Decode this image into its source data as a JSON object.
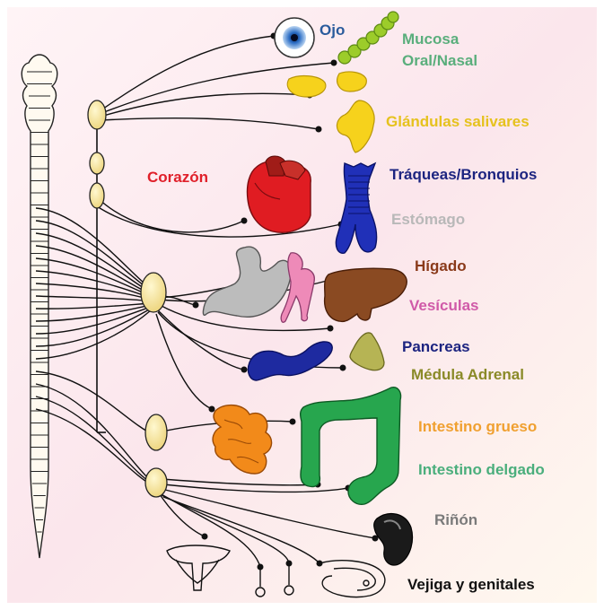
{
  "labels": {
    "ojo": "Ojo",
    "mucosa_line1": "Mucosa",
    "mucosa_line2": "Oral/Nasal",
    "glandulas": "Glándulas salivares",
    "corazon": "Corazón",
    "traqueas": "Tráqueas/Bronquios",
    "estomago": "Estómago",
    "higado": "Hígado",
    "vesiculas": "Vesículas",
    "pancreas": "Pancreas",
    "medula": "Médula Adrenal",
    "intestino_grueso": "Intestino grueso",
    "intestino_delgado": "Intestino delgado",
    "rinon": "Riñón",
    "vejiga": "Vejiga y genitales"
  },
  "colors": {
    "ojo": "#2a5b9c",
    "mucosa": "#5aae7c",
    "glandulas": "#e6c21e",
    "corazon": "#e0202a",
    "traqueas": "#1c2480",
    "estomago": "#b8b8b8",
    "higado": "#8a3a1a",
    "vesiculas": "#d05aa8",
    "pancreas": "#1c2480",
    "medula": "#8a8a28",
    "intestino_grueso": "#f0a030",
    "intestino_delgado": "#4aae7c",
    "rinon": "#7a7a7a",
    "vejiga": "#111111",
    "ganglion": "#f6e49a",
    "background": "#fbe9ee"
  }
}
